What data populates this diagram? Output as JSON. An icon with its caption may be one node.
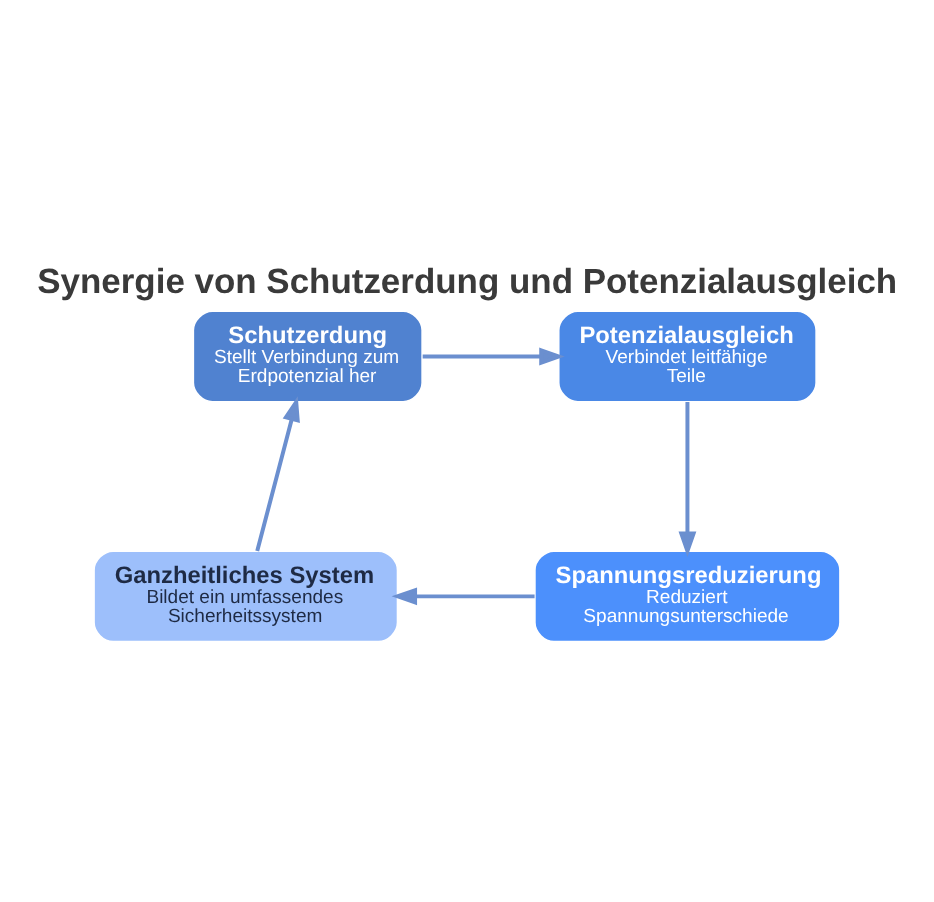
{
  "diagram": {
    "title": "Synergie von Schutzerdung und Potenzialausgleich",
    "nodes": [
      {
        "text": [
          "Schutzerdung",
          "Stellt Verbindung zum Erdpotenzial her"
        ]
      },
      {
        "text": [
          "Potenzialausgleich",
          "Verbindet leitfähige Teile"
        ]
      },
      {
        "text": [
          "Spannungsreduzierung",
          "Reduziert Spannungsunterschiede"
        ]
      },
      {
        "text": [
          "Ganzheitliches System",
          "Bildet ein umfassendes Sicherheitssystem"
        ]
      }
    ],
    "edges": [
      {
        "from": 0,
        "to": 1,
        "arrow": "to"
      },
      {
        "from": 1,
        "to": 2,
        "arrow": "to"
      },
      {
        "from": 2,
        "to": 3,
        "arrow": "to"
      },
      {
        "from": 3,
        "to": 0,
        "arrow": "to"
      }
    ]
  }
}
